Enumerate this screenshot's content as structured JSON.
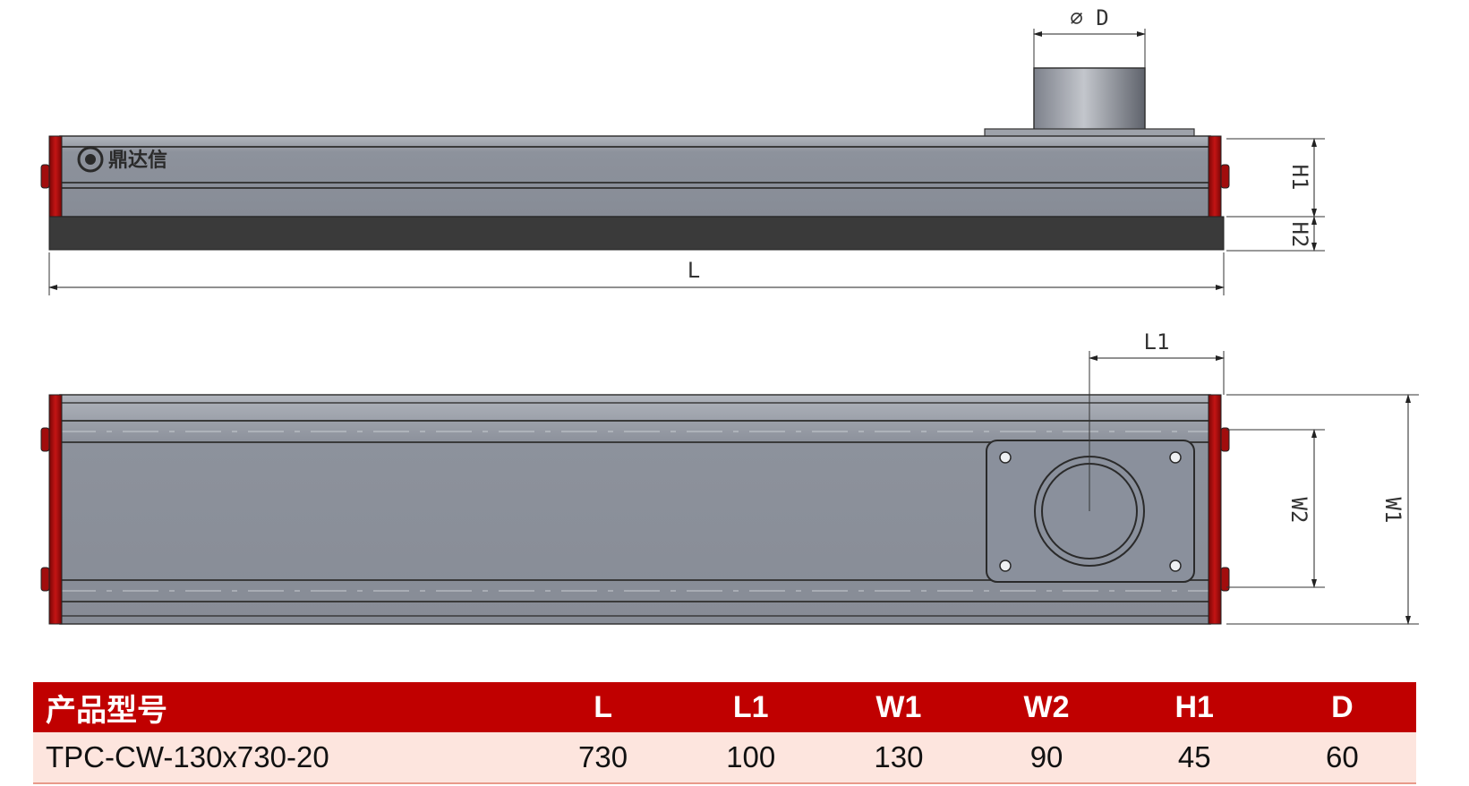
{
  "dimension_labels": {
    "diameter": "⌀ D",
    "L": "L",
    "L1": "L1",
    "H1": "H1",
    "H2": "H2",
    "W1": "W1",
    "W2": "W2"
  },
  "logo": {
    "text": "鼎达信",
    "icon": "brand-emblem-icon"
  },
  "colors": {
    "body": "#8a909c",
    "end_cap": "#b40f0f",
    "base_strip": "#3a3a3a",
    "header_bg": "#c00000",
    "row_bg": "#fde5de"
  },
  "table": {
    "headers": [
      "产品型号",
      "L",
      "L1",
      "W1",
      "W2",
      "H1",
      "D"
    ],
    "rows": [
      [
        "TPC-CW-130x730-20",
        "730",
        "100",
        "130",
        "90",
        "45",
        "60"
      ]
    ]
  }
}
